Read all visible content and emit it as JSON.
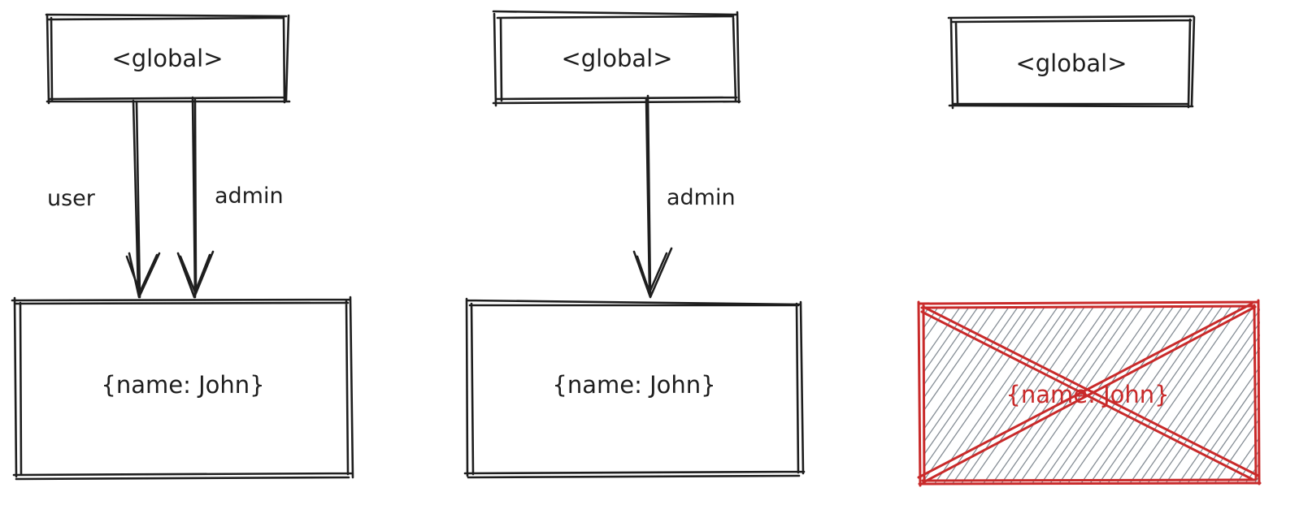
{
  "colors": {
    "stroke": "#1e1e1e",
    "deleted": "#c92a2a",
    "hatch": "#868e96",
    "background": "#ffffff"
  },
  "diagram": {
    "panel1": {
      "global_label": "<global>",
      "object_label": "{name: John}",
      "edges": [
        {
          "label": "user"
        },
        {
          "label": "admin"
        }
      ]
    },
    "panel2": {
      "global_label": "<global>",
      "object_label": "{name: John}",
      "edges": [
        {
          "label": "admin"
        }
      ]
    },
    "panel3": {
      "global_label": "<global>",
      "object_label": "{name: John}",
      "object_state": "crossed-out"
    }
  }
}
